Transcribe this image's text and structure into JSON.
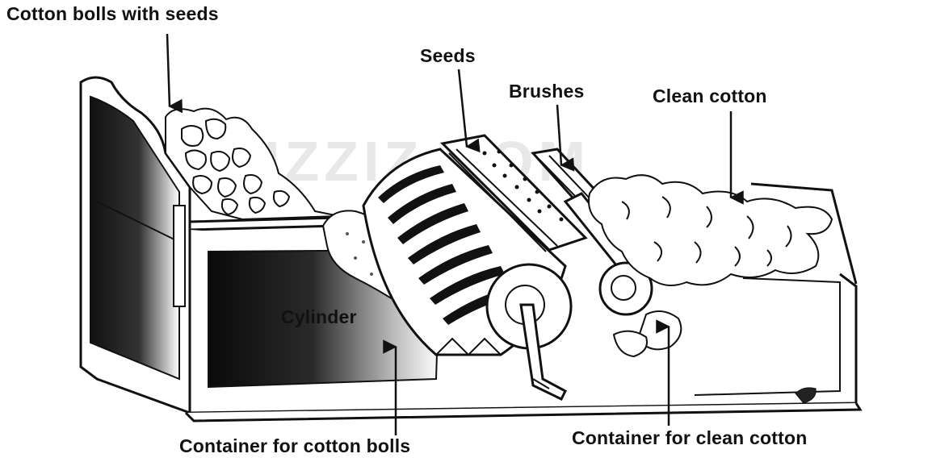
{
  "labels": {
    "cotton_bolls_with_seeds": "Cotton bolls with seeds",
    "seeds": "Seeds",
    "brushes": "Brushes",
    "clean_cotton": "Clean cotton",
    "cylinder": "Cylinder",
    "container_for_cotton_bolls": "Container for cotton bolls",
    "container_for_clean_cotton": "Container for clean cotton"
  },
  "watermark": "QUIZZIZ.COM",
  "colors": {
    "ink": "#111111",
    "background": "#ffffff",
    "watermark": "#e8e8e8"
  }
}
